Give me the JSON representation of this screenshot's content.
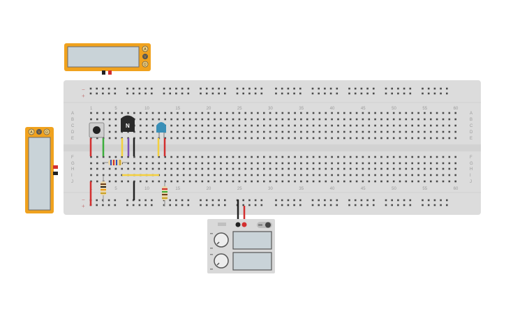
{
  "breadboard": {
    "column_numbers": [
      "1",
      "5",
      "10",
      "15",
      "20",
      "25",
      "30",
      "35",
      "40",
      "45",
      "50",
      "55",
      "60"
    ],
    "row_letters_top": [
      "A",
      "B",
      "C",
      "D",
      "E"
    ],
    "row_letters_bottom": [
      "F",
      "G",
      "H",
      "I",
      "J"
    ],
    "rail_minus": "−",
    "rail_plus": "+"
  },
  "transistor": {
    "label": "N"
  },
  "multimeter_top": {
    "buttons": [
      "A",
      "V",
      "Ω"
    ]
  },
  "multimeter_side": {
    "buttons": [
      "A",
      "V",
      "Ω"
    ]
  },
  "power_supply": {
    "knob_labels": [
      "",
      "",
      ""
    ]
  },
  "colors": {
    "board": "#dcdcdc",
    "meter_body": "#f0a21e",
    "screen": "#c9d3d8",
    "wire_red": "#d32f2f",
    "wire_green": "#3cae3c",
    "wire_yellow": "#f4d03f",
    "wire_purple": "#7b4fb5",
    "wire_black": "#222222",
    "led_blue": "#3a8fb7"
  }
}
